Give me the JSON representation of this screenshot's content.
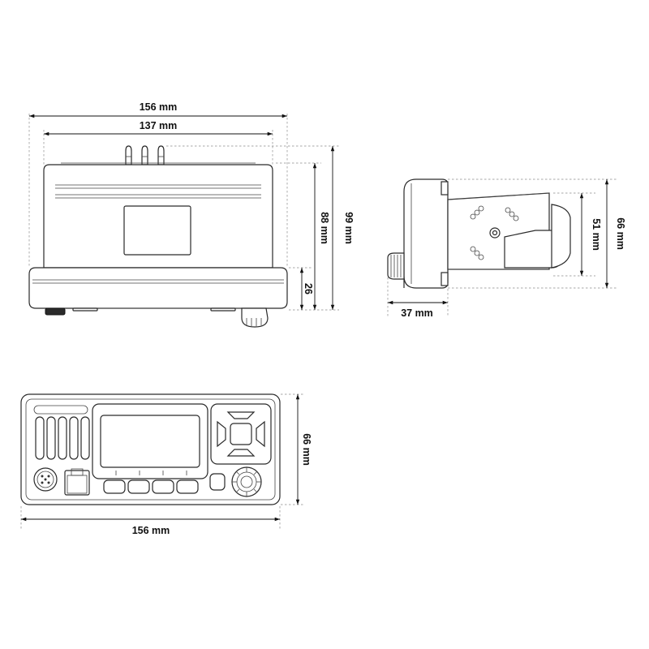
{
  "colors": {
    "line": "#2a2a2a",
    "dimension": "#111111",
    "extension": "#8a8a8a",
    "background": "#ffffff"
  },
  "top_view": {
    "overall_width": "156 mm",
    "body_width": "137 mm",
    "total_height": "99 mm",
    "body_height": "88 mm",
    "base_height": "26"
  },
  "side_view": {
    "overall_height": "66 mm",
    "bracket_height": "51 mm",
    "front_depth": "37 mm"
  },
  "front_view": {
    "height": "66 mm",
    "width": "156 mm"
  }
}
